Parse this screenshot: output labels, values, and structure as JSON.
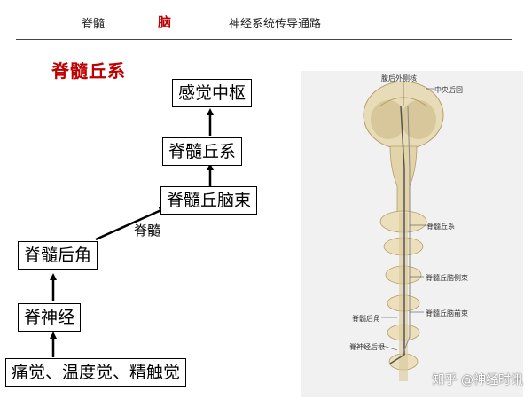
{
  "header": {
    "item1": "脊髓",
    "item2": "脑",
    "item3": "神经系统传导通路"
  },
  "section_title": "脊髓丘系",
  "diagram": {
    "nodes": {
      "sensory_center": "感觉中枢",
      "spinal_lemniscus": "脊髓丘系",
      "spinothalamic_tract": "脊髓丘脑束",
      "posterior_horn": "脊髓后角",
      "spinal_nerve": "脊神经",
      "sensations": "痛觉、温度觉、精触觉"
    },
    "edge_label": "脊髓"
  },
  "figure_labels": {
    "vpl_nucleus": "腹后外侧核",
    "postcentral_gyrus": "中央后回",
    "spinal_lemniscus": "脊髓丘系",
    "lateral_tract": "脊髓丘脑侧束",
    "anterior_tract": "脊髓丘脑前束",
    "posterior_horn": "脊髓后角",
    "dorsal_root": "脊神经后根"
  },
  "watermark": "知乎 @神经时讯"
}
